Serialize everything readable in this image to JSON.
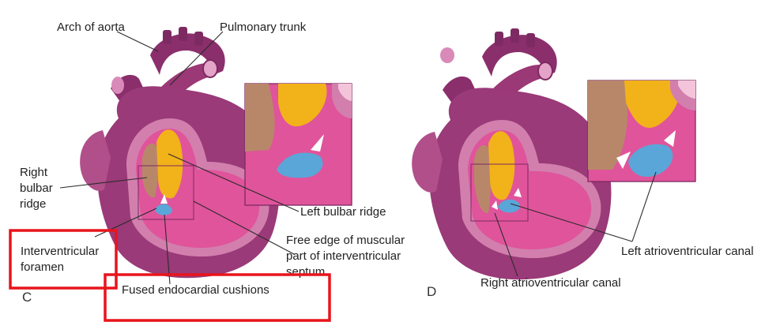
{
  "panels": {
    "left": {
      "letter": "C",
      "labels": {
        "arch_of_aorta": "Arch of aorta",
        "pulmonary_trunk": "Pulmonary trunk",
        "right_bulbar_ridge": [
          "Right",
          "bulbar",
          "ridge"
        ],
        "left_bulbar_ridge": "Left bulbar ridge",
        "interventricular_foramen": [
          "Interventricular",
          "foramen"
        ],
        "free_edge": [
          "Free edge of muscular",
          "part of interventricular",
          "septum"
        ],
        "fused_cushions": "Fused endocardial cushions"
      }
    },
    "right": {
      "letter": "D",
      "labels": {
        "left_av_canal": "Left atrioventricular canal",
        "right_av_canal": "Right atrioventricular canal"
      }
    }
  },
  "colors": {
    "heart_dark": "#7d2a63",
    "heart_mid": "#a8417f",
    "heart_light": "#c9659f",
    "ventricle_pink": "#e0549b",
    "ventricle_light": "#ee9ac3",
    "bulbar_right_brown": "#b8876a",
    "bulbar_left_orange": "#f2b21a",
    "cushion_blue": "#5aa6d9",
    "highlight_red": "#e8141b"
  },
  "highlight_boxes": [
    {
      "name": "interventricular-foramen-highlight"
    },
    {
      "name": "fused-cushions-highlight"
    }
  ]
}
